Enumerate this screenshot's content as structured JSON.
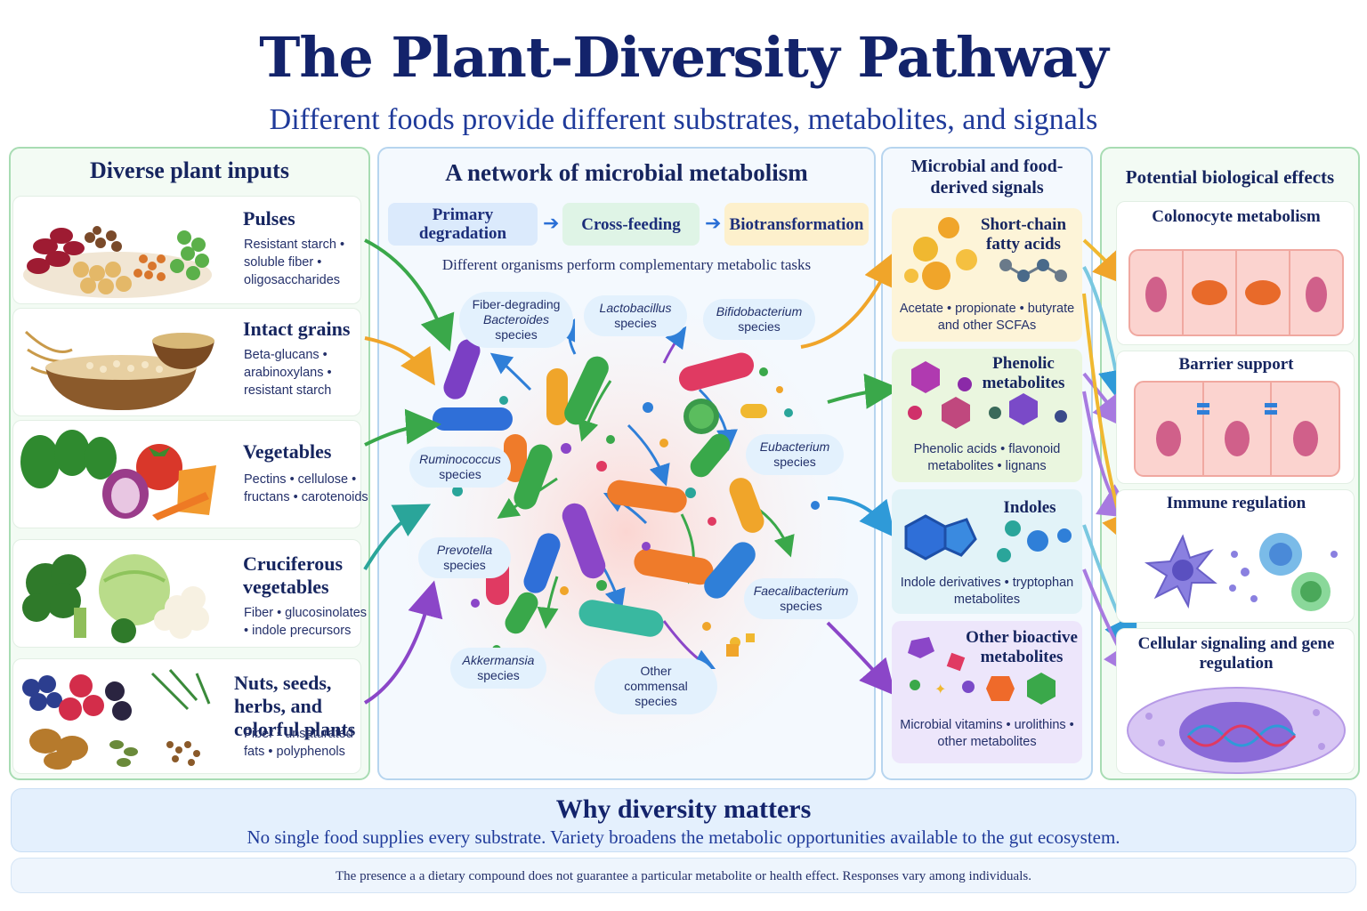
{
  "header": {
    "title": "The Plant-Diversity Pathway",
    "subtitle": "Different foods provide different substrates, metabolites, and signals"
  },
  "inputs": {
    "title": "Diverse plant inputs",
    "items": [
      {
        "name": "Pulses",
        "desc": "Resistant starch • soluble fiber • oligosaccharides",
        "icon": "pulses-icon"
      },
      {
        "name": "Intact grains",
        "desc": "Beta-glucans • arabinoxylans • resistant starch",
        "icon": "grains-icon"
      },
      {
        "name": "Vegetables",
        "desc": "Pectins • cellulose • fructans • carotenoids",
        "icon": "vegetables-icon"
      },
      {
        "name": "Cruciferous vegetables",
        "desc": "Fiber • glucosinolates • indole precursors",
        "icon": "cruciferous-icon"
      },
      {
        "name": "Nuts, seeds, herbs, and colorful plants",
        "desc": "Fiber • unsaturated fats • polyphenols",
        "icon": "nuts-seeds-icon"
      }
    ]
  },
  "network": {
    "title": "A network of microbial metabolism",
    "steps": [
      "Primary degradation",
      "Cross-feeding",
      "Biotransformation"
    ],
    "note": "Different organisms perform complementary metabolic tasks",
    "species": [
      {
        "name": "Fiber-degrading",
        "genus": "Bacteroides",
        "suffix": "species"
      },
      {
        "name": "",
        "genus": "Lactobacillus",
        "suffix": "species"
      },
      {
        "name": "",
        "genus": "Bifidobacterium",
        "suffix": "species"
      },
      {
        "name": "",
        "genus": "Ruminococcus",
        "suffix": "species"
      },
      {
        "name": "",
        "genus": "Eubacterium",
        "suffix": "species"
      },
      {
        "name": "",
        "genus": "Prevotella",
        "suffix": "species"
      },
      {
        "name": "",
        "genus": "Faecalibacterium",
        "suffix": "species"
      },
      {
        "name": "",
        "genus": "Akkermansia",
        "suffix": "species"
      },
      {
        "name": "Other",
        "genus": "",
        "suffix": "commensal species"
      }
    ]
  },
  "signals": {
    "title": "Microbial and food-derived signals",
    "items": [
      {
        "name": "Short-chain fatty acids",
        "desc": "Acetate • propionate • butyrate and other SCFAs",
        "color": "#fdf4d8"
      },
      {
        "name": "Phenolic metabolites",
        "desc": "Phenolic acids • flavonoid metabolites • lignans",
        "color": "#eaf6df"
      },
      {
        "name": "Indoles",
        "desc": "Indole derivatives • tryptophan metabolites",
        "color": "#e2f3f8"
      },
      {
        "name": "Other bioactive metabolites",
        "desc": "Microbial vitamins • urolithins • other metabolites",
        "color": "#ede6fb"
      }
    ]
  },
  "effects": {
    "title": "Potential biological effects",
    "items": [
      {
        "name": "Colonocyte metabolism"
      },
      {
        "name": "Barrier support"
      },
      {
        "name": "Immune regulation"
      },
      {
        "name": "Cellular signaling and gene regulation"
      }
    ]
  },
  "footer": {
    "why_title": "Why diversity matters",
    "why_text": "No single food supplies every substrate. Variety broadens the metabolic opportunities available to the gut ecosystem.",
    "disclaimer": "The presence a a dietary compound does not guarantee a particular metabolite or health effect. Responses vary among individuals."
  },
  "colors": {
    "title": "#13236b",
    "subtitle": "#1f3a9a",
    "arrow_orange": "#f0a52a",
    "arrow_green": "#3aa84a",
    "arrow_teal": "#2aa59a",
    "arrow_purple": "#8b46c8",
    "arrow_blue": "#2f7fd8"
  }
}
